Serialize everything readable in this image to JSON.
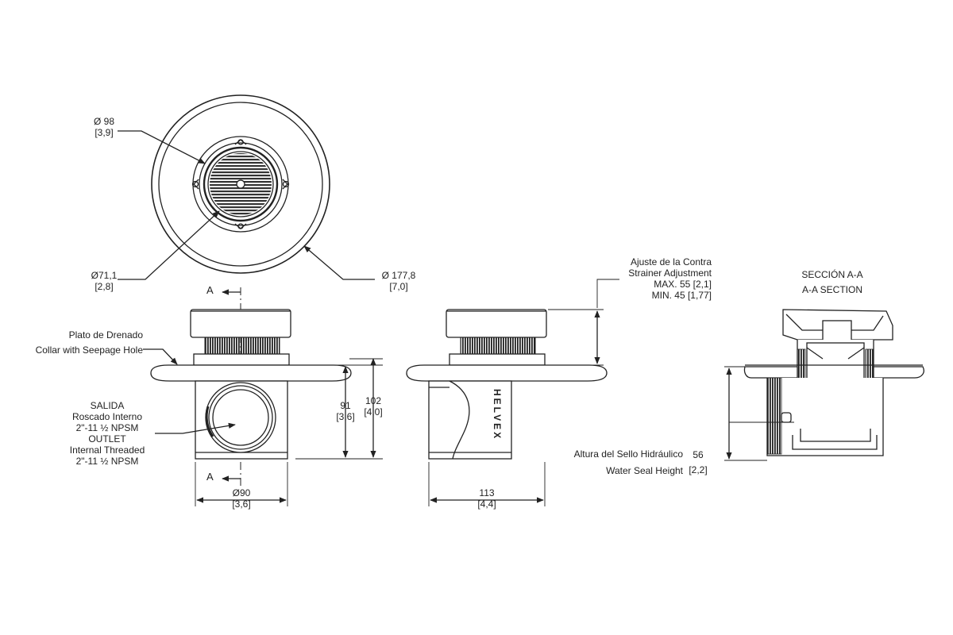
{
  "top_view": {
    "dia_98": {
      "value": "Ø 98",
      "inch": "[3,9]"
    },
    "dia_71": {
      "value": "Ø71,1",
      "inch": "[2,8]"
    },
    "dia_177": {
      "value": "Ø 177,8",
      "inch": "[7,0]"
    }
  },
  "front_view": {
    "section_mark": "A",
    "plate_label_es": "Plato de Drenado",
    "plate_label_en": "Collar with Seepage Hole",
    "outlet_es": [
      "SALIDA",
      "Roscado Interno",
      "2\"-11 ½ NPSM"
    ],
    "outlet_en": [
      "OUTLET",
      "Internal Threaded",
      "2\"-11 ½ NPSM"
    ],
    "dim_91": {
      "value": "91",
      "inch": "[3,6]"
    },
    "dim_102": {
      "value": "102",
      "inch": "[4,0]"
    },
    "dim_90": {
      "value": "Ø90",
      "inch": "[3,6]"
    }
  },
  "side_view": {
    "brand": "HELVEX",
    "strainer_es": "Ajuste de la Contra",
    "strainer_en": "Strainer Adjustment",
    "strainer_max": "MAX. 55 [2,1]",
    "strainer_min": "MIN. 45 [1,77]",
    "dim_113": {
      "value": "113",
      "inch": "[4,4]"
    }
  },
  "section_view": {
    "title_es": "SECCIÓN A-A",
    "title_en": "A-A SECTION",
    "seal_es": "Altura del Sello Hidráulico",
    "seal_en": "Water Seal Height",
    "seal_value": "56",
    "seal_inch": "[2,2]"
  }
}
